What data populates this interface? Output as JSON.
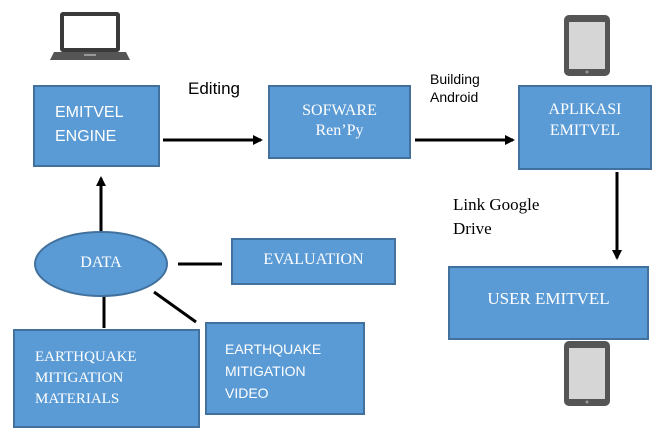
{
  "colors": {
    "box_fill": "#5b9bd5",
    "box_border": "#41719c",
    "arrow": "#000000"
  },
  "nodes": {
    "emitvel_engine": {
      "line1": "EMITVEL",
      "line2": "ENGINE"
    },
    "software_renpy": {
      "line1": "SOFWARE",
      "line2": "Ren’Py"
    },
    "aplikasi_emitvel": {
      "line1": "APLIKASI",
      "line2": "EMITVEL"
    },
    "user_emitvel": {
      "label": "USER EMITVEL"
    },
    "data": {
      "label": "DATA"
    },
    "evaluation": {
      "label": "EVALUATION"
    },
    "eq_materials": {
      "line1": "EARTHQUAKE",
      "line2": "MITIGATION",
      "line3": "MATERIALS"
    },
    "eq_video": {
      "line1": "EARTHQUAKE",
      "line2": "MITIGATION",
      "line3": "VIDEO"
    }
  },
  "edge_labels": {
    "editing": "Editing",
    "building_android": {
      "line1": "Building",
      "line2": "Android"
    },
    "link_google_drive": {
      "line1": "Link Google",
      "line2": "Drive"
    }
  },
  "icons": [
    "laptop-icon",
    "tablet-icon",
    "tablet-icon"
  ]
}
